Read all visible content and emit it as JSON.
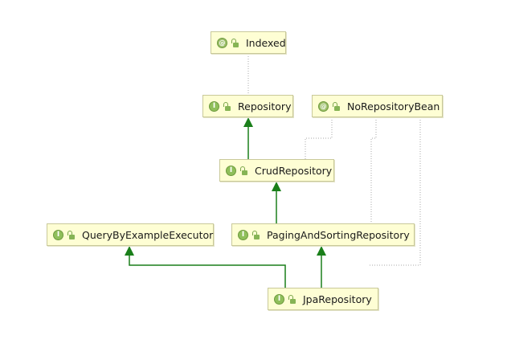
{
  "nodes": {
    "indexed": {
      "label": "Indexed",
      "badge": "@"
    },
    "repository": {
      "label": "Repository",
      "badge": "I"
    },
    "no_repository_bean": {
      "label": "NoRepositoryBean",
      "badge": "@"
    },
    "crud_repository": {
      "label": "CrudRepository",
      "badge": "I"
    },
    "query_by_example_executor": {
      "label": "QueryByExampleExecutor",
      "badge": "I"
    },
    "paging_and_sorting_repository": {
      "label": "PagingAndSortingRepository",
      "badge": "I"
    },
    "jpa_repository": {
      "label": "JpaRepository",
      "badge": "I"
    }
  },
  "colors": {
    "extends_edge": "#1a7f1a",
    "annotation_edge": "#aaaaaa",
    "node_fill": "#fefed4"
  }
}
